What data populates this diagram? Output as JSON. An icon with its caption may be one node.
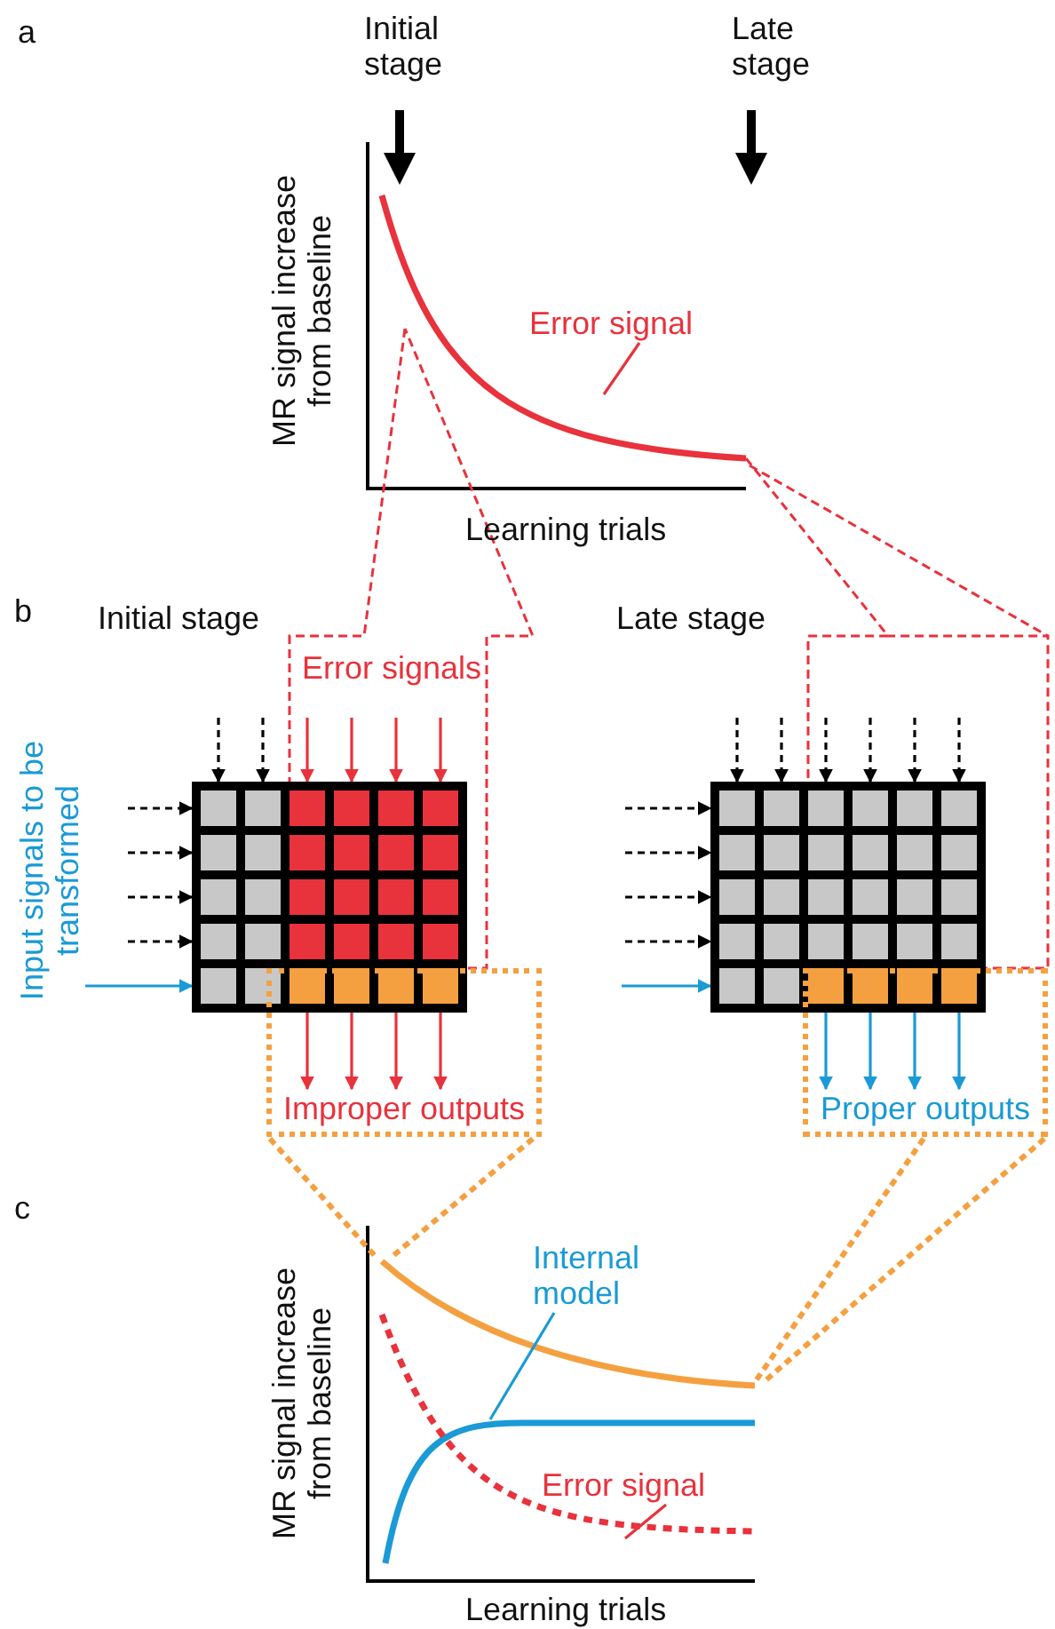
{
  "diagram": {
    "nodes": [
      {
        "text": [
          "Error signal"
        ]
      },
      {
        "text": [],
        "shape": "box"
      },
      {
        "text": [],
        "shape": "box"
      },
      {
        "text": [
          "Input signals to be transformed"
        ]
      },
      {
        "text": [
          "Internal model"
        ]
      },
      {
        "text": [
          "Error signal"
        ]
      },
      {
        "text": [
          "Improper outputs"
        ]
      },
      {
        "text": [
          "Proper outputs"
        ]
      }
    ],
    "edges": [
      {
        "from": null,
        "to": 1,
        "arrow": "to",
        "style": "dashed"
      },
      {
        "from": null,
        "to": 1,
        "arrow": "to",
        "style": "dashed"
      },
      {
        "from": null,
        "to": 1,
        "arrow": "to",
        "color": "#e8323c"
      },
      {
        "from": null,
        "to": 1,
        "arrow": "to",
        "color": "#e8323c"
      },
      {
        "from": null,
        "to": 1,
        "arrow": "to",
        "color": "#e8323c"
      },
      {
        "from": null,
        "to": 1,
        "arrow": "to",
        "color": "#e8323c"
      },
      {
        "from": null,
        "to": 1,
        "arrow": "to",
        "style": "dashed"
      },
      {
        "from": null,
        "to": 1,
        "arrow": "to",
        "style": "dashed"
      },
      {
        "from": null,
        "to": 1,
        "arrow": "to",
        "style": "dashed"
      },
      {
        "from": null,
        "to": 1,
        "arrow": "to",
        "style": "dashed"
      },
      {
        "from": 3,
        "to": 1,
        "arrow": "to",
        "color": "#1a9ad6"
      },
      {
        "from": 1,
        "to": 6,
        "arrow": "to",
        "color": "#e8323c"
      },
      {
        "from": 1,
        "to": 6,
        "arrow": "to",
        "color": "#e8323c"
      },
      {
        "from": 1,
        "to": 6,
        "arrow": "to",
        "color": "#e8323c"
      },
      {
        "from": 1,
        "to": 6,
        "arrow": "to",
        "color": "#e8323c"
      },
      {
        "from": null,
        "to": 2,
        "arrow": "to",
        "style": "dashed"
      },
      {
        "from": null,
        "to": 2,
        "arrow": "to",
        "style": "dashed"
      },
      {
        "from": null,
        "to": 2,
        "arrow": "to",
        "style": "dashed"
      },
      {
        "from": null,
        "to": 2,
        "arrow": "to",
        "style": "dashed"
      },
      {
        "from": null,
        "to": 2,
        "arrow": "to",
        "style": "dashed"
      },
      {
        "from": null,
        "to": 2,
        "arrow": "to",
        "style": "dashed"
      },
      {
        "from": null,
        "to": 2,
        "arrow": "to",
        "style": "dashed"
      },
      {
        "from": null,
        "to": 2,
        "arrow": "to",
        "style": "dashed"
      },
      {
        "from": null,
        "to": 2,
        "arrow": "to",
        "style": "dashed"
      },
      {
        "from": null,
        "to": 2,
        "arrow": "to",
        "style": "dashed"
      },
      {
        "from": null,
        "to": 2,
        "arrow": "to",
        "color": "#1a9ad6"
      },
      {
        "from": 2,
        "to": 7,
        "arrow": "to",
        "color": "#1a9ad6"
      },
      {
        "from": 2,
        "to": 7,
        "arrow": "to",
        "color": "#1a9ad6"
      },
      {
        "from": 2,
        "to": 7,
        "arrow": "to",
        "color": "#1a9ad6"
      },
      {
        "from": 2,
        "to": 7,
        "arrow": "to",
        "color": "#1a9ad6"
      },
      {
        "from": 6,
        "to": null,
        "arrow": "none",
        "style": "dashed",
        "color": "#f5a040"
      },
      {
        "from": 6,
        "to": null,
        "arrow": "none",
        "style": "dashed",
        "color": "#f5a040"
      },
      {
        "from": 7,
        "to": null,
        "arrow": "none",
        "style": "dashed",
        "color": "#f5a040"
      },
      {
        "from": 7,
        "to": null,
        "arrow": "none",
        "style": "dashed",
        "color": "#f5a040"
      },
      {
        "from": 0,
        "to": null,
        "arrow": "none",
        "color": "#e8323c"
      },
      {
        "from": 4,
        "to": null,
        "arrow": "none",
        "color": "#1a9ad6"
      },
      {
        "from": 5,
        "to": null,
        "arrow": "none",
        "color": "#e8323c"
      }
    ],
    "labels": [
      "a",
      "Initial stage",
      "Late stage",
      "MR signal increase from baseline",
      "Learning trials",
      "b",
      "Initial stage",
      "Late stage",
      "Error signals",
      "c",
      "MR signal increase from baseline",
      "Learning trials"
    ]
  }
}
